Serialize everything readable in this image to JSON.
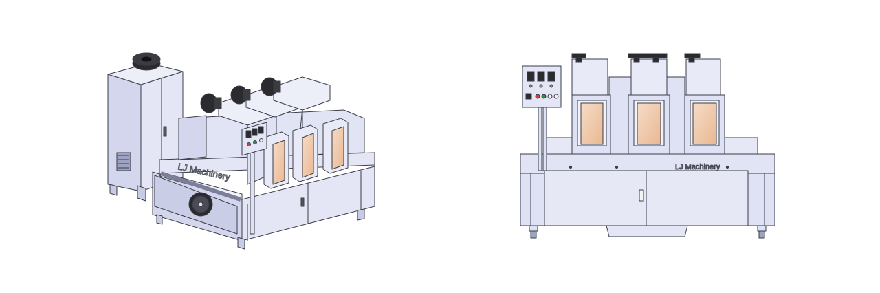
{
  "watermark_text": "LJ Machinery",
  "colors": {
    "body": "#dfe2f4",
    "body_dark": "#c7cbe3",
    "body_light": "#eceef8",
    "outline": "#3a3c48",
    "window": "#f0c9aa",
    "motor": "#2b2b2f",
    "panel_buttons": [
      "#e2373b",
      "#2f8f3a",
      "#f1f1f1"
    ]
  },
  "views": [
    {
      "name": "isometric-view"
    },
    {
      "name": "front-view"
    }
  ]
}
